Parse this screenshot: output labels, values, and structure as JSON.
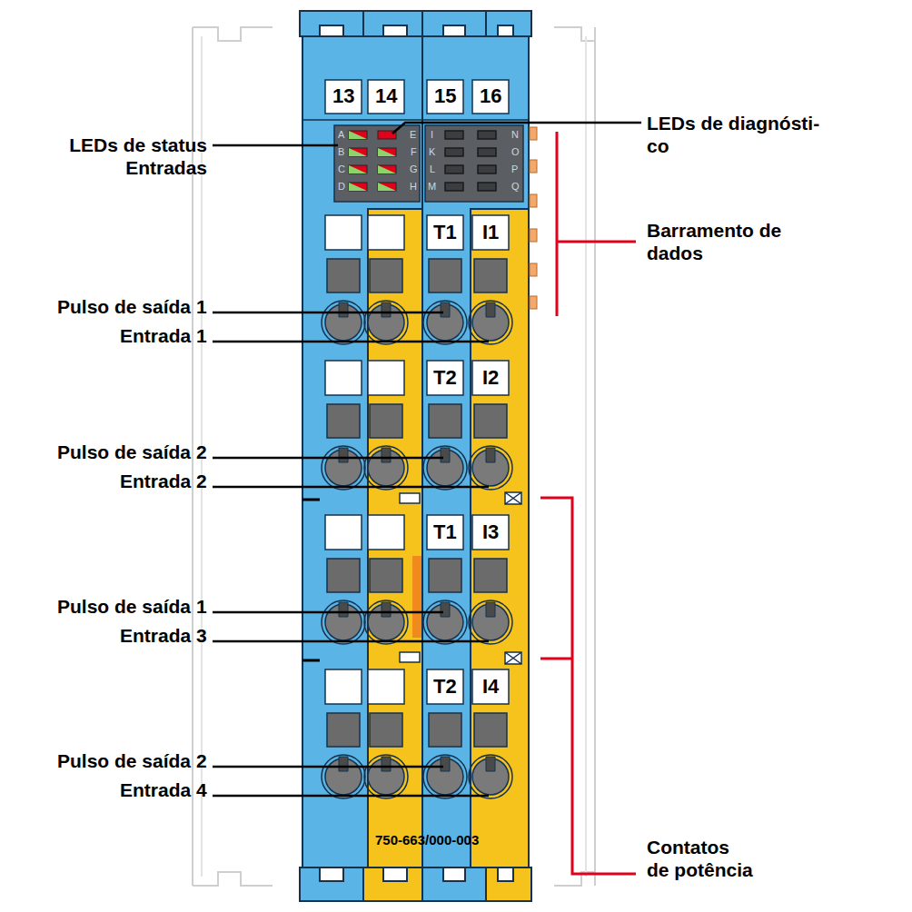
{
  "diagram": {
    "labels": [
      "13",
      "14",
      "15",
      "16",
      "LEDs de status Entradas",
      "LEDs de diagnósti- co",
      "Barramento de dados",
      "A",
      "B",
      "C",
      "D",
      "E",
      "F",
      "G",
      "H",
      "I",
      "K",
      "L",
      "M",
      "N",
      "O",
      "P",
      "Q",
      "T1",
      "I1",
      "Pulso de saída 1",
      "Entrada 1",
      "T2",
      "I2",
      "Pulso de saída 2",
      "Entrada 2",
      "T1",
      "I3",
      "Pulso de saída 1",
      "Entrada 3",
      "T2",
      "I4",
      "Pulso de saída 2",
      "Entrada 4",
      "750-663/000-003",
      "Contatos de potência"
    ]
  }
}
